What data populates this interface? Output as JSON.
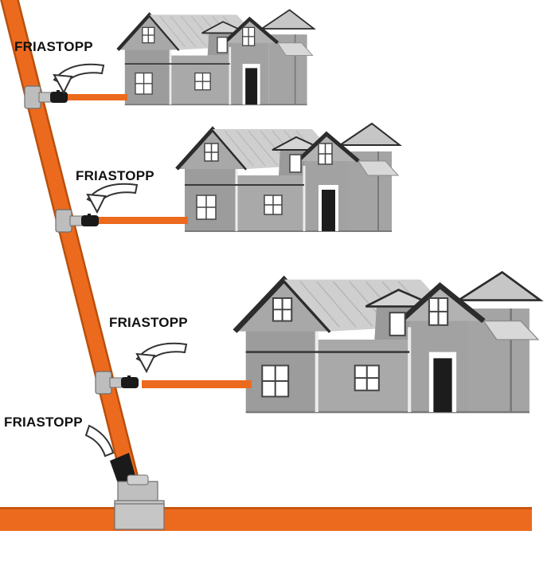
{
  "labels": {
    "friastopp_1": "FRIASTOPP",
    "friastopp_2": "FRIASTOPP",
    "friastopp_3": "FRIASTOPP",
    "friastopp_4": "FRIASTOPP"
  },
  "colors": {
    "pipe": "#ec6a1e",
    "pipe_dark": "#c8550f",
    "wall": "#9a9a9a",
    "wall_light": "#b4b4b4",
    "roof": "#c9c9c9",
    "roof_edge": "#2c2c2c",
    "window": "#ffffff",
    "door": "#1c1c1c",
    "fitting": "#b9b9b9",
    "valve": "#1a1a1a"
  },
  "icons": [
    "house-icon",
    "pipe-fitting-icon",
    "curved-arrow-icon",
    "valve-icon"
  ]
}
